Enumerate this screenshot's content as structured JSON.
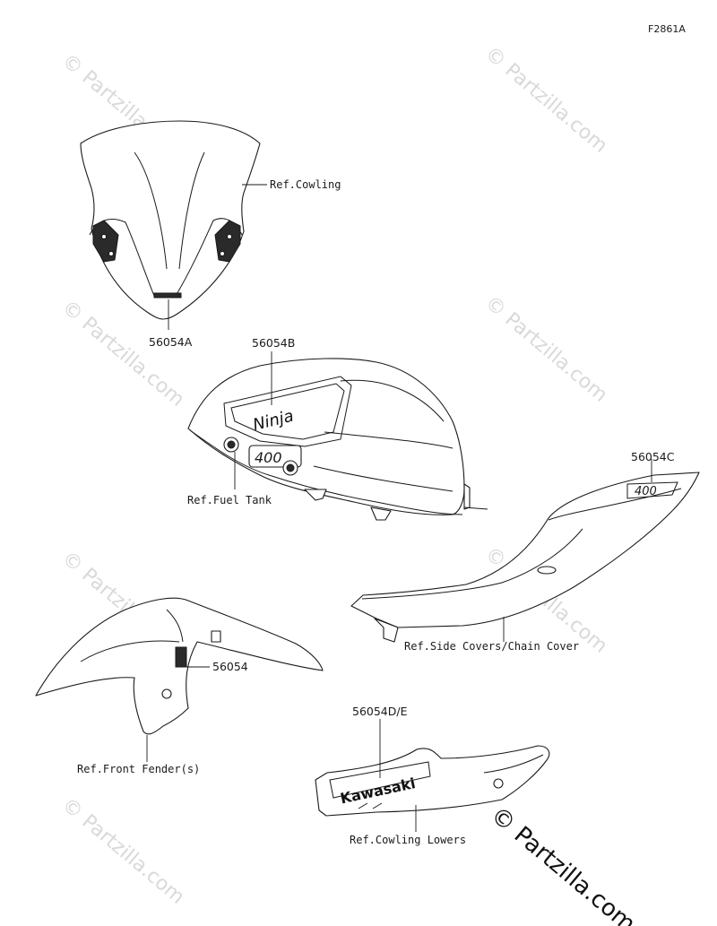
{
  "figure_code": "F2861A",
  "watermark": {
    "text": "© Partzilla.com"
  },
  "brand": {
    "text": "© Partzilla.com"
  },
  "decal_text": {
    "tank_logo": "Ninja",
    "tail_logo": "400",
    "lower_logo": "Kawasaki"
  },
  "callouts": [
    {
      "id": "cowling",
      "text": "Ref.Cowling",
      "kind": "reference"
    },
    {
      "id": "decal_a",
      "text": "56054A",
      "kind": "part"
    },
    {
      "id": "decal_b",
      "text": "56054B",
      "kind": "part"
    },
    {
      "id": "fuel_tank",
      "text": "Ref.Fuel Tank",
      "kind": "reference"
    },
    {
      "id": "decal_c",
      "text": "56054C",
      "kind": "part"
    },
    {
      "id": "side_covers",
      "text": "Ref.Side Covers/Chain Cover",
      "kind": "reference"
    },
    {
      "id": "decal",
      "text": "56054",
      "kind": "part"
    },
    {
      "id": "front_fender",
      "text": "Ref.Front Fender(s)",
      "kind": "reference"
    },
    {
      "id": "decal_de",
      "text": "56054D/E",
      "kind": "part"
    },
    {
      "id": "cowling_lowers",
      "text": "Ref.Cowling Lowers",
      "kind": "reference"
    }
  ]
}
